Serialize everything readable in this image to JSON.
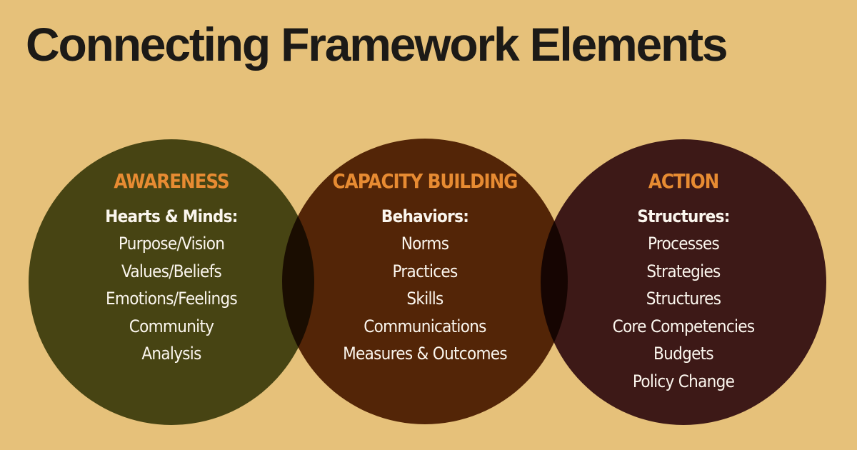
{
  "title": "Connecting Framework Elements",
  "colors": {
    "background": "#e6c17a",
    "title": "#1c1a17",
    "heading": "#e78b32",
    "text": "#fbf6ee",
    "awareness": "#4e5a26",
    "capacity_building": "#5c300d",
    "action": "#432130"
  },
  "circles": [
    {
      "heading": "AWARENESS",
      "subheading": "Hearts & Minds:",
      "items": [
        "Purpose/Vision",
        "Values/Beliefs",
        "Emotions/Feelings",
        "Community",
        "Analysis"
      ]
    },
    {
      "heading": "CAPACITY BUILDING",
      "subheading": "Behaviors:",
      "items": [
        "Norms",
        "Practices",
        "Skills",
        "Communications",
        "Measures & Outcomes"
      ]
    },
    {
      "heading": "ACTION",
      "subheading": "Structures:",
      "items": [
        "Processes",
        "Strategies",
        "Structures",
        "Core Competencies",
        "Budgets",
        "Policy Change"
      ]
    }
  ]
}
